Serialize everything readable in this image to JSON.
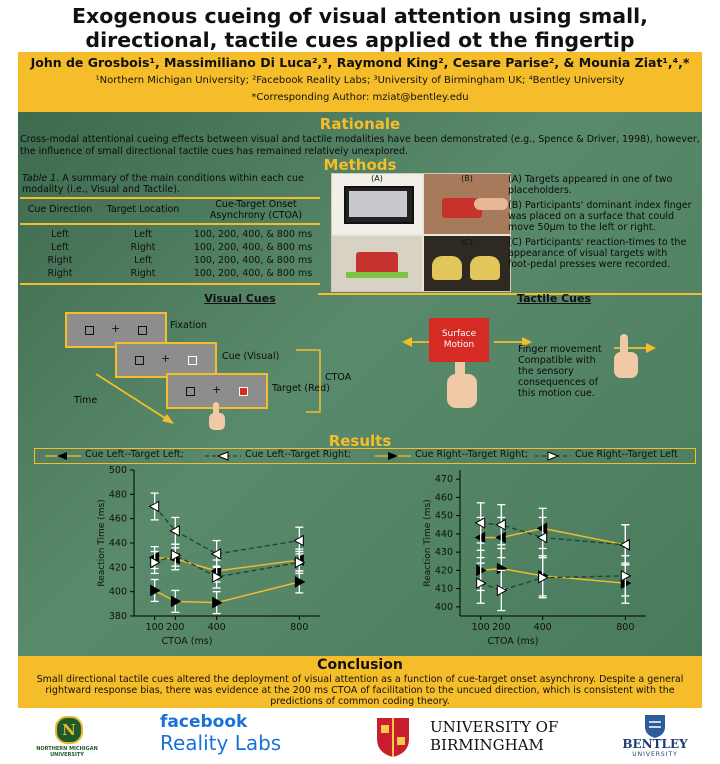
{
  "title": {
    "line1": "Exogenous cueing of visual attention using small,",
    "line2": "directional, tactile cues applied ot the fingertip"
  },
  "authors": {
    "names": "John de Grosbois¹, Massimiliano Di Luca²,³, Raymond King², Cesare Parise², & Mounia Ziat¹,⁴,*",
    "affiliations": "¹Northern Michigan University; ²Facebook Reality Labs; ³University of Birmingham UK; ⁴Bentley University",
    "corresponding": "*Corresponding Author: mziat@bentley.edu"
  },
  "rationale": {
    "heading": "Rationale",
    "text": "Cross-modal attentional cueing effects between visual and tactile modalities have been demonstrated  (e.g., Spence & Driver, 1998), however, the influence of small directional tactile cues has remained relatively unexplored."
  },
  "methods": {
    "heading": "Methods",
    "table_caption_label": "Table 1",
    "table_caption": ". A summary of the main conditions within each cue modality (i.e., Visual and Tactile).",
    "table_headers": [
      "Cue Direction",
      "Target Location",
      "Cue-Target Onset Asynchrony (CTOA)"
    ],
    "table_rows": [
      [
        "Left",
        "Left",
        "100, 200, 400, & 800 ms"
      ],
      [
        "Left",
        "Right",
        "100, 200, 400, & 800 ms"
      ],
      [
        "Right",
        "Left",
        "100, 200, 400, & 800 ms"
      ],
      [
        "Right",
        "Right",
        "100, 200, 400, & 800 ms"
      ]
    ],
    "photo_labels": [
      "(A)",
      "(B)",
      "(C)"
    ],
    "notes": [
      "(A) Targets appeared in one of two placeholders.",
      "(B) Participants' dominant index finger was placed on a surface that could move 50µm to the left or right.",
      "(C) Participants' reaction-times to the appearance of visual targets with foot-pedal presses were recorded."
    ]
  },
  "visual_cues": {
    "heading": "Visual Cues",
    "fixation": "Fixation",
    "cue": "Cue (Visual)",
    "target": "Target (Red)",
    "ctoa": "CTOA",
    "time": "Time",
    "plus": "+"
  },
  "tactile_cues": {
    "heading": "Tactile Cues",
    "surface": "Surface Motion",
    "caption": "Finger movement Compatible with the sensory consequences of this motion cue."
  },
  "results": {
    "heading": "Results",
    "legend": [
      "Cue Left--Target Left;",
      "Cue Left--Target Right;",
      "Cue Right--Target Right;",
      "Cue Right--Target Left"
    ]
  },
  "colors": {
    "gold": "#f5bd2a",
    "green": "#4e7d60",
    "dark_green": "#1e4a2c",
    "red": "#d62a24"
  },
  "chart_data": [
    {
      "type": "line",
      "xlabel": "CTOA (ms)",
      "ylabel": "Reaction Time (ms)",
      "x": [
        100,
        200,
        400,
        800
      ],
      "ylim": [
        380,
        500
      ],
      "yticks": [
        380,
        400,
        420,
        440,
        460,
        480,
        500
      ],
      "xticks": [
        100,
        200,
        400,
        800
      ],
      "series": [
        {
          "name": "Cue Left--Target Left",
          "values": [
            428,
            427,
            417,
            426
          ],
          "errors": [
            9,
            9,
            9,
            9
          ]
        },
        {
          "name": "Cue Left--Target Right",
          "values": [
            470,
            450,
            431,
            442
          ],
          "errors": [
            11,
            11,
            11,
            11
          ]
        },
        {
          "name": "Cue Right--Target Right",
          "values": [
            401,
            392,
            391,
            408
          ],
          "errors": [
            9,
            9,
            9,
            9
          ]
        },
        {
          "name": "Cue Right--Target Left",
          "values": [
            424,
            430,
            412,
            424
          ],
          "errors": [
            9,
            9,
            9,
            9
          ]
        }
      ]
    },
    {
      "type": "line",
      "xlabel": "CTOA (ms)",
      "ylabel": "Reaction Time (ms)",
      "x": [
        100,
        200,
        400,
        800
      ],
      "ylim": [
        395,
        475
      ],
      "yticks": [
        400,
        410,
        420,
        430,
        440,
        450,
        460,
        470
      ],
      "xticks": [
        100,
        200,
        400,
        800
      ],
      "series": [
        {
          "name": "Cue Left--Target Left",
          "values": [
            438,
            438,
            443,
            434
          ],
          "errors": [
            11,
            11,
            11,
            11
          ]
        },
        {
          "name": "Cue Left--Target Right",
          "values": [
            446,
            445,
            438,
            434
          ],
          "errors": [
            11,
            11,
            11,
            11
          ]
        },
        {
          "name": "Cue Right--Target Right",
          "values": [
            420,
            421,
            417,
            413
          ],
          "errors": [
            11,
            11,
            11,
            11
          ]
        },
        {
          "name": "Cue Right--Target Left",
          "values": [
            413,
            409,
            416,
            417
          ],
          "errors": [
            11,
            11,
            11,
            11
          ]
        }
      ]
    }
  ],
  "conclusion": {
    "heading": "Conclusion",
    "text": "Small directional tactile cues altered the deployment of visual attention as a function of cue-target onset asynchrony. Despite a general rightward response bias, there was evidence at the 200 ms CTOA of facilitation to the uncued direction, which is consistent with the predictions of common coding theory."
  },
  "logos": {
    "nmu": "NORTHERN MICHIGAN UNIVERSITY",
    "nmu_letter": "N",
    "fb_top": "facebook",
    "fb_bottom": "Reality Labs",
    "uob_top": "UNIVERSITY OF",
    "uob_bottom": "BIRMINGHAM",
    "bentley_top": "BENTLEY",
    "bentley_bottom": "UNIVERSITY"
  }
}
